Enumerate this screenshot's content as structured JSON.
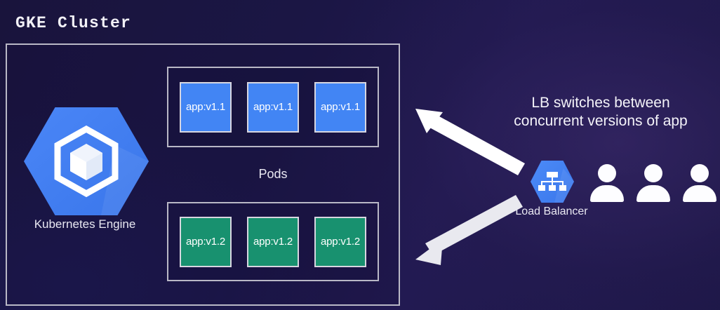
{
  "diagram": {
    "title": "GKE Cluster",
    "background_color": "#1b1645",
    "border_color": "#b9b8c6"
  },
  "engine": {
    "label": "Kubernetes Engine",
    "icon": "kubernetes-engine-hexagon-icon",
    "hex_color": "#4285f4"
  },
  "pods": {
    "caption": "Pods",
    "groups": [
      {
        "version": "v1.1",
        "color": "#4285f4",
        "items": [
          {
            "label": "app:v1.1"
          },
          {
            "label": "app:v1.1"
          },
          {
            "label": "app:v1.1"
          }
        ]
      },
      {
        "version": "v1.2",
        "color": "#18916f",
        "items": [
          {
            "label": "app:v1.2"
          },
          {
            "label": "app:v1.2"
          },
          {
            "label": "app:v1.2"
          }
        ]
      }
    ]
  },
  "load_balancer": {
    "icon": "load-balancer-hierarchy-icon",
    "label_line1": "Load",
    "label_line2": "Balancer",
    "hex_color": "#4285f4"
  },
  "callout": {
    "line1": "LB switches between",
    "line2": "concurrent versions of app"
  },
  "users": {
    "icon": "user-person-icon",
    "count": 3,
    "color": "#fdfdff"
  },
  "arrows": [
    {
      "name": "arrow-to-v1-1",
      "direction": "up-left",
      "color": "#ffffff"
    },
    {
      "name": "arrow-to-v1-2",
      "direction": "down-left",
      "color": "#e8e8ee"
    }
  ]
}
